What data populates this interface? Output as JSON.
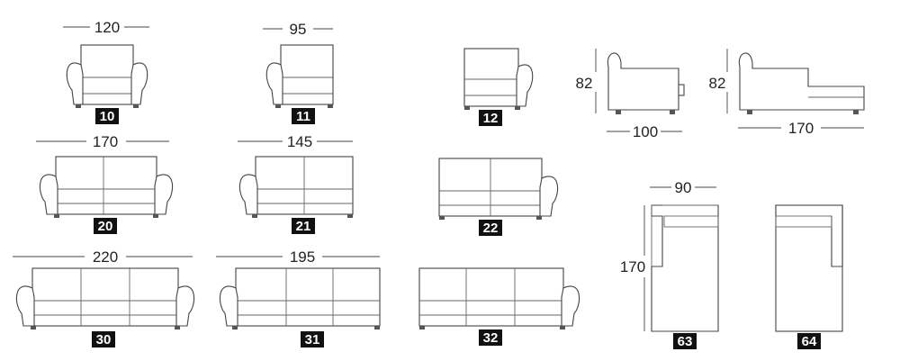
{
  "modules": [
    {
      "code": "10",
      "width": "120"
    },
    {
      "code": "11",
      "width": "95"
    },
    {
      "code": "12"
    },
    {
      "code": "20",
      "width": "170"
    },
    {
      "code": "21",
      "width": "145"
    },
    {
      "code": "22"
    },
    {
      "code": "30",
      "width": "220"
    },
    {
      "code": "31",
      "width": "195"
    },
    {
      "code": "32"
    },
    {
      "code": "63",
      "width": "90",
      "length": "170"
    },
    {
      "code": "64"
    }
  ],
  "side_views": [
    {
      "height": "82",
      "depth": "100"
    },
    {
      "height": "82",
      "depth": "170"
    }
  ],
  "colors": {
    "badge": "#111111",
    "line": "#444444"
  }
}
